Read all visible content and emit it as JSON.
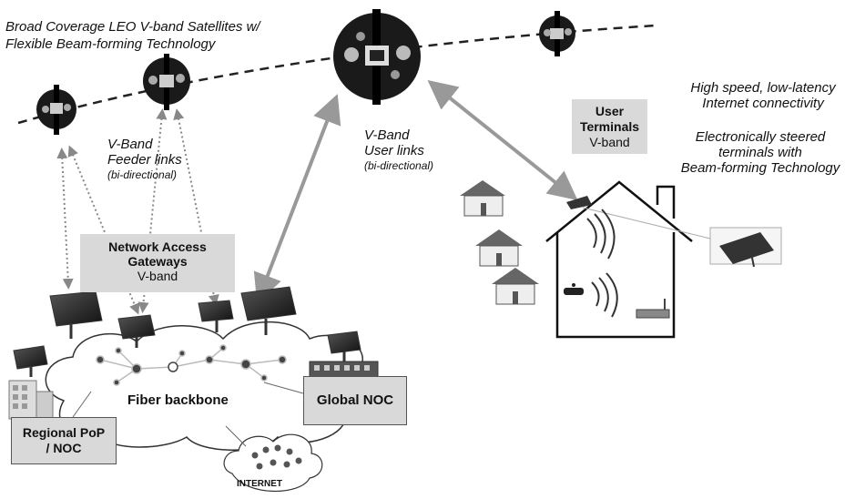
{
  "title": {
    "line1": "Broad Coverage LEO V-band Satellites w/",
    "line2": "Flexible Beam-forming Technology"
  },
  "feeder_links": {
    "line1": "V-Band",
    "line2": "Feeder  links",
    "line3": "(bi-directional)"
  },
  "user_links": {
    "line1": "V-Band",
    "line2": "User links",
    "line3": "(bi-directional)"
  },
  "user_terminals_box": {
    "line1": "User",
    "line2": "Terminals",
    "line3": "V-band"
  },
  "connectivity": {
    "line1": "High speed, low-latency",
    "line2": "Internet connectivity"
  },
  "steered_terminals": {
    "line1": "Electronically steered",
    "line2": "terminals with",
    "line3": "Beam-forming Technology"
  },
  "gateways_box": {
    "line1": "Network Access",
    "line2": "Gateways",
    "line3": "V-band"
  },
  "fiber_backbone": "Fiber backbone",
  "global_noc": "Global NOC",
  "regional_pop": {
    "line1": "Regional PoP",
    "line2": "/ NOC"
  },
  "internet": "INTERNET"
}
